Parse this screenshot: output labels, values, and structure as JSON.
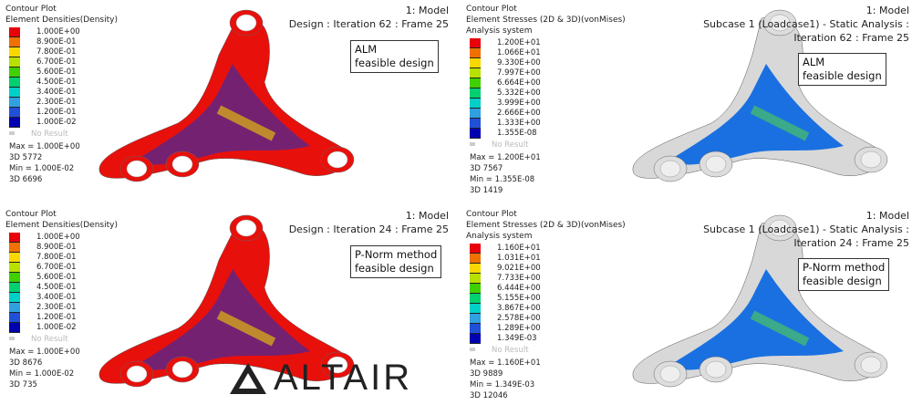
{
  "panels": [
    {
      "title": "Contour Plot",
      "subtitle": "Element Densities(Density)",
      "system": "",
      "model": "1: Model",
      "iteration": "Design : Iteration 62 : Frame 25",
      "label1": "ALM",
      "label2": "feasible design",
      "legend": [
        "1.000E+00",
        "8.900E-01",
        "7.800E-01",
        "6.700E-01",
        "5.600E-01",
        "4.500E-01",
        "3.400E-01",
        "2.300E-01",
        "1.200E-01",
        "1.000E-02"
      ],
      "no_result": "No Result",
      "max": "Max = 1.000E+00",
      "max_el": "3D 5772",
      "min": "Min = 1.000E-02",
      "min_el": "3D 6696"
    },
    {
      "title": "Contour Plot",
      "subtitle": "Element Stresses (2D & 3D)(vonMises)",
      "system": "Analysis system",
      "model": "1: Model",
      "iteration": "Subcase 1 (Loadcase1) - Static Analysis : Iteration 62 : Frame 25",
      "label1": "ALM",
      "label2": "feasible design",
      "legend": [
        "1.200E+01",
        "1.066E+01",
        "9.330E+00",
        "7.997E+00",
        "6.664E+00",
        "5.332E+00",
        "3.999E+00",
        "2.666E+00",
        "1.333E+00",
        "1.355E-08"
      ],
      "no_result": "No Result",
      "max": "Max = 1.200E+01",
      "max_el": "3D 7567",
      "min": "Min = 1.355E-08",
      "min_el": "3D 1419"
    },
    {
      "title": "Contour Plot",
      "subtitle": "Element Densities(Density)",
      "system": "",
      "model": "1: Model",
      "iteration": "Design : Iteration 24 : Frame 25",
      "label1": "P-Norm method",
      "label2": "feasible design",
      "legend": [
        "1.000E+00",
        "8.900E-01",
        "7.800E-01",
        "6.700E-01",
        "5.600E-01",
        "4.500E-01",
        "3.400E-01",
        "2.300E-01",
        "1.200E-01",
        "1.000E-02"
      ],
      "no_result": "No Result",
      "max": "Max = 1.000E+00",
      "max_el": "3D 8676",
      "min": "Min = 1.000E-02",
      "min_el": "3D 735"
    },
    {
      "title": "Contour Plot",
      "subtitle": "Element Stresses (2D & 3D)(vonMises)",
      "system": "Analysis system",
      "model": "1: Model",
      "iteration": "Subcase 1 (Loadcase1) - Static Analysis : Iteration 24 : Frame 25",
      "label1": "P-Norm method",
      "label2": "feasible design",
      "legend": [
        "1.160E+01",
        "1.031E+01",
        "9.021E+00",
        "7.733E+00",
        "6.444E+00",
        "5.155E+00",
        "3.867E+00",
        "2.578E+00",
        "1.289E+00",
        "1.349E-03"
      ],
      "no_result": "No Result",
      "max": "Max = 1.160E+01",
      "max_el": "3D 9889",
      "min": "Min = 1.349E-03",
      "min_el": "3D 12046"
    }
  ],
  "legend_colors": [
    "#e8000b",
    "#f07000",
    "#f8d800",
    "#b8e000",
    "#40d000",
    "#00d070",
    "#00d0c8",
    "#30a0e0",
    "#2050d8",
    "#0000b0"
  ],
  "logo": "ALTAIR"
}
